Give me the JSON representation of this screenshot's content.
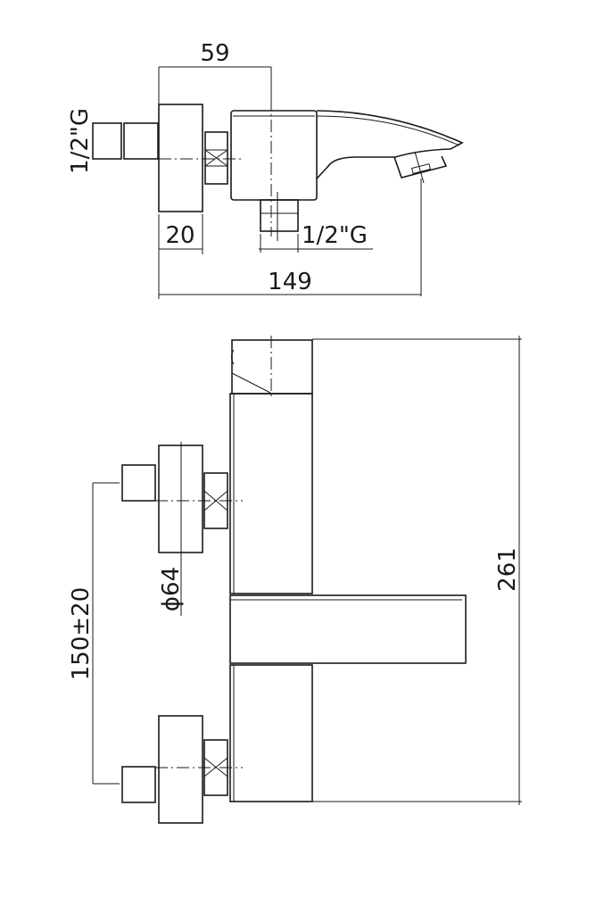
{
  "drawing": {
    "top_view": {
      "dim_width_top": "59",
      "dim_inlet_thread": "1/2\"G",
      "dim_flange": "20",
      "dim_outlet_thread": "1/2\"G",
      "dim_total_length": "149"
    },
    "front_view": {
      "dim_flange_diameter": "ϕ64",
      "dim_centers": "150±20",
      "dim_height": "261"
    },
    "colors": {
      "line": "#1a1a1a",
      "background": "#ffffff"
    }
  }
}
